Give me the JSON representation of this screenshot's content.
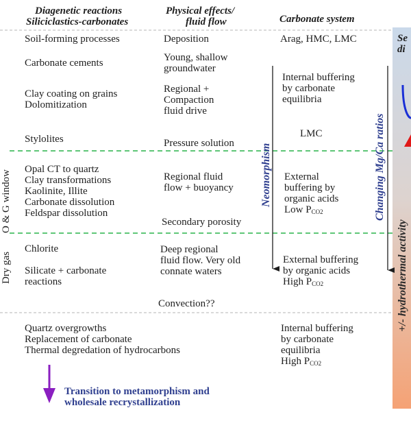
{
  "headers": {
    "diagenetic_line1": "Diagenetic reactions",
    "diagenetic_line2": "Siliciclastics-carbonates",
    "physical_line1": "Physical effects/",
    "physical_line2": "fluid flow",
    "carbonate": "Carbonate system",
    "right_box_top_line1": "Se",
    "right_box_top_line2": "di"
  },
  "diagenetic_col": {
    "soil": "Soil-forming processes",
    "cements": "Carbonate cements",
    "clay_line1": "Clay coating on grains",
    "clay_line2": "Dolomitization",
    "stylolites": "Stylolites",
    "opal_line1": "Opal CT to quartz",
    "opal_line2": "Clay transformations",
    "opal_line3": "Kaolinite, Illite",
    "opal_line4": "Carbonate dissolution",
    "opal_line5": "Feldspar dissolution",
    "chlorite": "Chlorite",
    "silicate_line1": "Silicate + carbonate",
    "silicate_line2": "reactions",
    "quartz_line1": "Quartz overgrowths",
    "quartz_line2": "Replacement of carbonate",
    "quartz_line3": "Thermal degredation of hydrocarbons"
  },
  "physical_col": {
    "deposition": "Deposition",
    "young_line1": "Young, shallow",
    "young_line2": "groundwater",
    "regional_line1": "Regional +",
    "regional_line2": "Compaction",
    "regional_line3": "fluid drive",
    "pressure": "Pressure solution",
    "regional_fluid_line1": "Regional fluid",
    "regional_fluid_line2": "flow + buoyancy",
    "secondary": "Secondary porosity",
    "deep_line1": "Deep regional",
    "deep_line2": "fluid flow. Very old",
    "deep_line3": "connate waters",
    "convection": "Convection??"
  },
  "carbonate_col": {
    "arag": "Arag, HMC, LMC",
    "internal1_line1": "Internal buffering",
    "internal1_line2": "by carbonate",
    "internal1_line3": "equilibria",
    "lmc": "LMC",
    "external1_line1": "External",
    "external1_line2": "buffering by",
    "external1_line3": "organic acids",
    "external1_line4": "Low P",
    "pco2_sub": "CO2",
    "external2_line1": "External buffering",
    "external2_line2": "by organic acids",
    "external2_line3": "High P",
    "internal2_line1": "Internal buffering",
    "internal2_line2": "by carbonate",
    "internal2_line3": "equilibria",
    "internal2_line4": "High P"
  },
  "vertical_labels": {
    "og_window": "O & G window",
    "dry_gas": "Dry gas",
    "neomorphism": "Neomorphism",
    "mgca": "Changing Mg/Ca ratios",
    "hydrothermal": "+/- hydrothermal activity"
  },
  "bottom": {
    "transition_line1": "Transition to metamorphism and",
    "transition_line2": "wholesale recrystallization"
  },
  "colors": {
    "dashed_gray": "#b5b5b5",
    "dashed_green": "#29b34a",
    "navy_text": "#2f3f8f",
    "purple_arrow": "#8a1fc0",
    "gradient_top": "#cfdcea",
    "gradient_bottom": "#f3a57a",
    "blue_curve": "#1a2fd6",
    "red_arrow": "#e01818"
  }
}
